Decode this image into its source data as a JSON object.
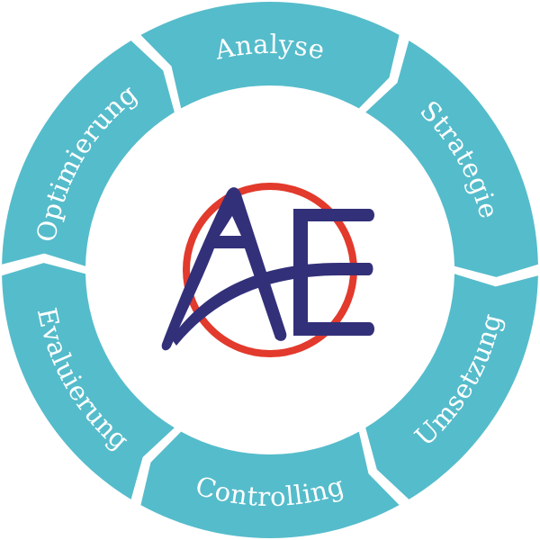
{
  "segments": [
    {
      "label": "Analyse"
    },
    {
      "label": "Strategie"
    },
    {
      "label": "Umsetzung"
    },
    {
      "label": "Controlling"
    },
    {
      "label": "Evaluierung"
    },
    {
      "label": "Optimierung"
    }
  ],
  "logo": {
    "text": "AE"
  },
  "colors": {
    "ring": "#55bccb",
    "logo_letters": "#33307a",
    "logo_circle": "#e23a2c",
    "text": "#ffffff"
  }
}
